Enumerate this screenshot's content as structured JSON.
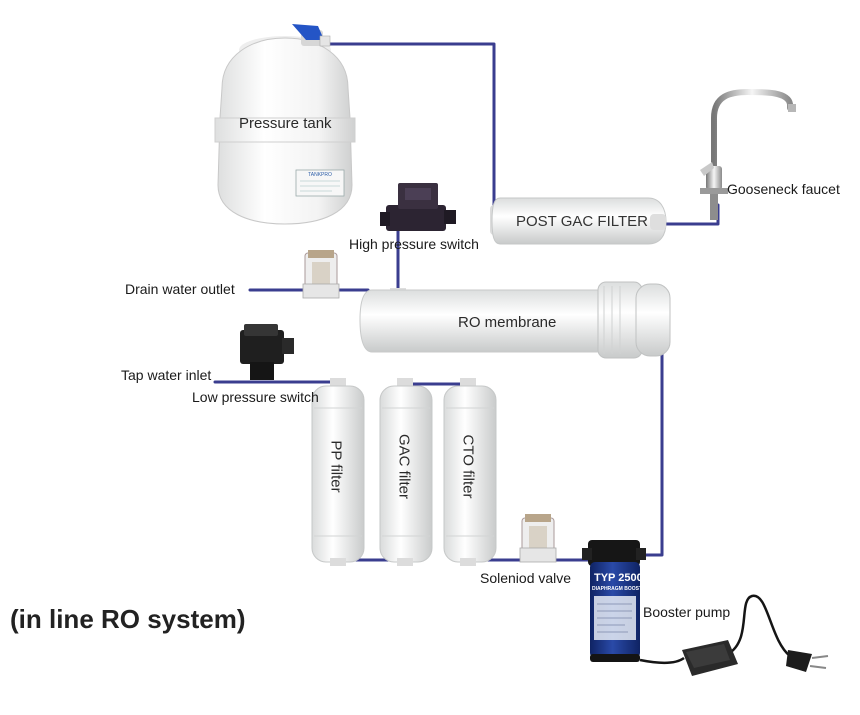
{
  "colors": {
    "pipe": "#3a3d8f",
    "housing": "#f1f2f1",
    "pump_blue": "#1d3a8a",
    "device_dark": "#2b2230"
  },
  "labels": {
    "pressure_tank": "Pressure tank",
    "high_pressure_switch": "High pressure switch",
    "post_gac_filter": "POST GAC FILTER",
    "gooseneck_faucet": "Gooseneck faucet",
    "drain_water_outlet": "Drain water outlet",
    "ro_membrane": "RO membrane",
    "tap_water_inlet": "Tap water inlet",
    "low_pressure_switch": "Low pressure switch",
    "pp_filter": "PP filter",
    "gac_filter": "GAC filter",
    "cto_filter": "CTO filter",
    "solenoid_valve": "Soleniod valve",
    "booster_pump": "Booster pump",
    "system_title": "(in line RO system)"
  },
  "product_text": {
    "tank_brand": "TANKPRO",
    "pump_model": "TYP 2500",
    "pump_type": "DIAPHRAGM BOOSTER PUMP"
  }
}
